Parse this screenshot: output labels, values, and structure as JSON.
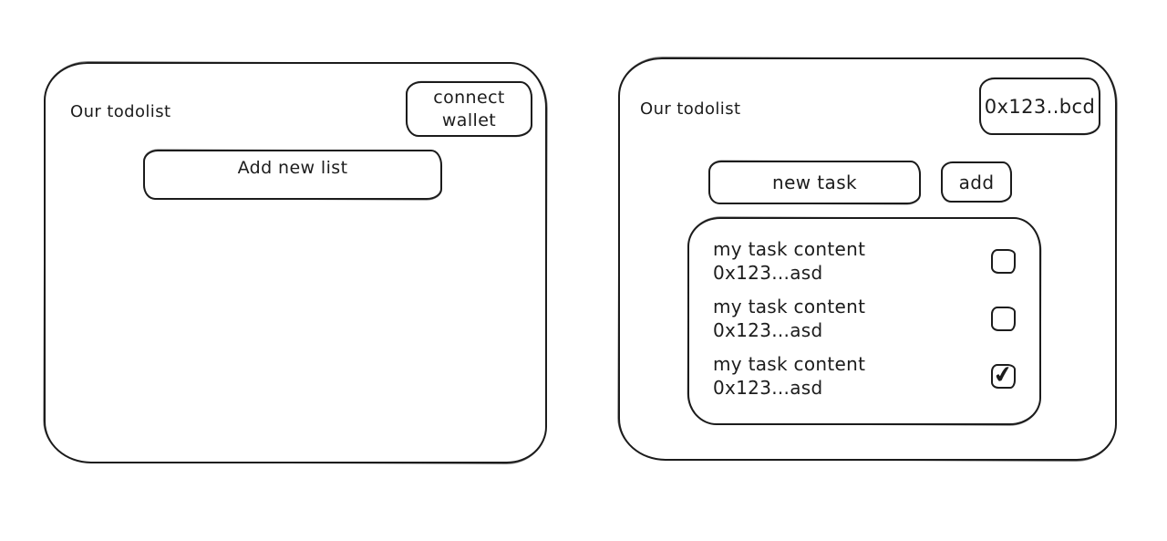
{
  "left_screen": {
    "title": "Our todolist",
    "connect_wallet_button": {
      "line1": "connect",
      "line2": "wallet"
    },
    "add_new_list_button": "Add new list"
  },
  "right_screen": {
    "title": "Our todolist",
    "wallet_address_button": "0x123..bcd",
    "new_task_input": "new task",
    "add_button": "add",
    "tasks": [
      {
        "content": "my task content",
        "address": "0x123...asd",
        "checked": false
      },
      {
        "content": "my task content",
        "address": "0x123...asd",
        "checked": false
      },
      {
        "content": "my task content",
        "address": "0x123...asd",
        "checked": true
      }
    ]
  },
  "icons": {
    "check_glyph": "✔"
  },
  "colors": {
    "ink": "#1c1c1c",
    "background": "#ffffff"
  }
}
